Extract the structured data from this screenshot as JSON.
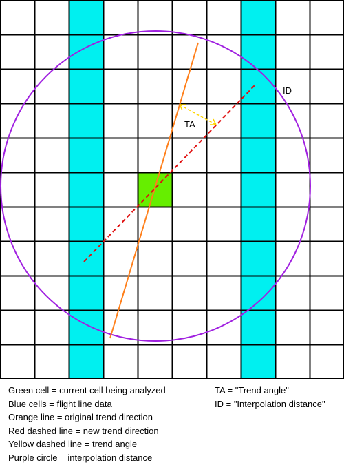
{
  "diagram": {
    "labels": {
      "ta": "TA",
      "id": "ID"
    },
    "colors": {
      "grid": "#000000",
      "flight_line": "#00f0f0",
      "current_cell": "#66ee00",
      "orange_line": "#ff7f1a",
      "red_line": "#e01010",
      "yellow_line": "#ffd500",
      "purple_circle": "#a020e0"
    }
  },
  "legend": {
    "left": [
      "Green cell = current cell being analyzed",
      "Blue cells = flight line data",
      "Orange line = original trend direction",
      "Red dashed line = new trend direction",
      "Yellow dashed line = trend angle",
      "Purple circle = interpolation distance"
    ],
    "right": [
      "TA = \"Trend angle\"",
      "ID = \"Interpolation distance\""
    ]
  }
}
